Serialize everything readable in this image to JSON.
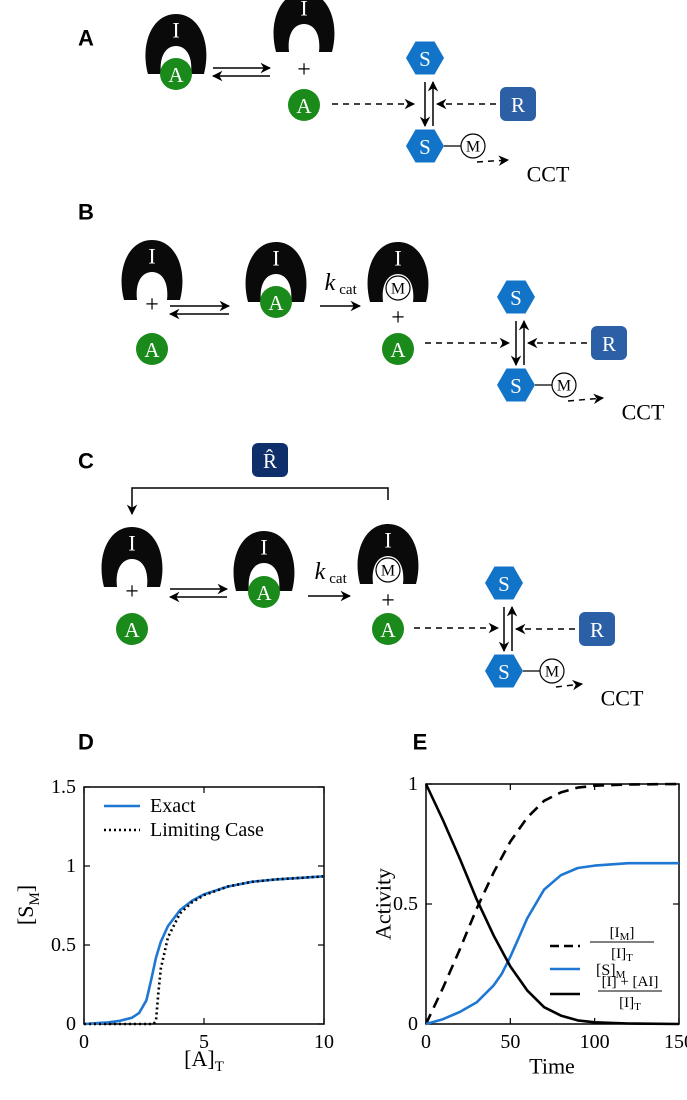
{
  "colors": {
    "inhibitor": "#0a0a0a",
    "activator": "#1a8a1a",
    "substrate": "#1274c9",
    "regulator": "#2b5fa6",
    "regulator_hat": "#0f2f6b",
    "exact_line": "#1f77d4",
    "black": "#000000"
  },
  "panels": {
    "A": {
      "label": "A",
      "inhibitor": "I",
      "activator": "A",
      "plus": "+",
      "substrate": "S",
      "modifier": "M",
      "regulator": "R",
      "output": "CCT"
    },
    "B": {
      "label": "B",
      "inhibitor": "I",
      "activator": "A",
      "plus": "+",
      "rate_k": "k",
      "rate_sub": "cat",
      "substrate": "S",
      "modifier": "M",
      "regulator": "R",
      "output": "CCT"
    },
    "C": {
      "label": "C",
      "feedback_regulator": "R̂",
      "inhibitor": "I",
      "activator": "A",
      "plus": "+",
      "rate_k": "k",
      "rate_sub": "cat",
      "substrate": "S",
      "modifier": "M",
      "regulator": "R",
      "output": "CCT"
    }
  },
  "chart_data": [
    {
      "panel": "D",
      "type": "line",
      "xlabel": "[A]",
      "xlabel_sub": "T",
      "ylabel": "[S",
      "ylabel_sub": "M",
      "ylabel_end": "]",
      "xlim": [
        0,
        10
      ],
      "ylim": [
        0,
        1.5
      ],
      "xticks": [
        0,
        5,
        10
      ],
      "yticks": [
        0,
        0.5,
        1,
        1.5
      ],
      "xtick_labels": [
        "0",
        "5",
        "10"
      ],
      "ytick_labels": [
        "0",
        "0.5",
        "1",
        "1.5"
      ],
      "legend_position": "top-left",
      "series": [
        {
          "name": "Exact",
          "style": "solid",
          "color": "#1f77d4",
          "x": [
            0,
            0.5,
            1.0,
            1.5,
            2.0,
            2.3,
            2.6,
            2.8,
            3.0,
            3.2,
            3.5,
            4.0,
            4.5,
            5.0,
            6.0,
            7.0,
            8.0,
            9.0,
            10.0
          ],
          "y": [
            0.0,
            0.005,
            0.01,
            0.02,
            0.04,
            0.07,
            0.15,
            0.28,
            0.42,
            0.52,
            0.62,
            0.72,
            0.78,
            0.82,
            0.87,
            0.9,
            0.915,
            0.925,
            0.935
          ]
        },
        {
          "name": "Limiting Case",
          "style": "dotted",
          "color": "#000000",
          "x": [
            0,
            1.0,
            2.0,
            2.9,
            3.0,
            3.1,
            3.2,
            3.5,
            4.0,
            4.5,
            5.0,
            6.0,
            7.0,
            8.0,
            9.0,
            10.0
          ],
          "y": [
            0,
            0,
            0,
            0,
            0.02,
            0.2,
            0.35,
            0.55,
            0.7,
            0.77,
            0.815,
            0.87,
            0.9,
            0.915,
            0.925,
            0.935
          ]
        }
      ]
    },
    {
      "panel": "E",
      "type": "line",
      "xlabel": "Time",
      "ylabel": "Activity",
      "xlim": [
        0,
        150
      ],
      "ylim": [
        0,
        1
      ],
      "xticks": [
        0,
        50,
        100,
        150
      ],
      "yticks": [
        0,
        0.5,
        1
      ],
      "xtick_labels": [
        "0",
        "50",
        "100",
        "150"
      ],
      "ytick_labels": [
        "0",
        "0.5",
        "1"
      ],
      "legend_position": "bottom-right",
      "series": [
        {
          "name": "[I_M]/[I]_T",
          "legend_num": "[I",
          "legend_num_sub": "M",
          "legend_num_end": "]",
          "legend_den": "[I]",
          "legend_den_sub": "T",
          "style": "dashed",
          "color": "#000000",
          "x": [
            0,
            10,
            20,
            30,
            40,
            50,
            60,
            70,
            80,
            90,
            100,
            120,
            150
          ],
          "y": [
            0,
            0.15,
            0.31,
            0.48,
            0.63,
            0.76,
            0.86,
            0.93,
            0.965,
            0.985,
            0.993,
            0.998,
            1.0
          ]
        },
        {
          "name": "[S]_M",
          "legend_text": "[S]",
          "legend_sub": "M",
          "style": "solid",
          "color": "#1f77d4",
          "x": [
            0,
            10,
            20,
            30,
            40,
            45,
            50,
            55,
            60,
            70,
            80,
            90,
            100,
            120,
            150
          ],
          "y": [
            0,
            0.02,
            0.05,
            0.09,
            0.16,
            0.21,
            0.28,
            0.36,
            0.44,
            0.56,
            0.62,
            0.65,
            0.66,
            0.67,
            0.67
          ]
        },
        {
          "name": "([I]+[AI])/[I]_T",
          "legend_num": "[I] + [AI]",
          "legend_den": "[I]",
          "legend_den_sub": "T",
          "style": "solid",
          "color": "#000000",
          "x": [
            0,
            10,
            20,
            30,
            40,
            50,
            60,
            70,
            80,
            90,
            100,
            120,
            150
          ],
          "y": [
            1.0,
            0.85,
            0.69,
            0.52,
            0.37,
            0.24,
            0.14,
            0.07,
            0.035,
            0.015,
            0.007,
            0.002,
            0.0
          ]
        }
      ]
    }
  ]
}
